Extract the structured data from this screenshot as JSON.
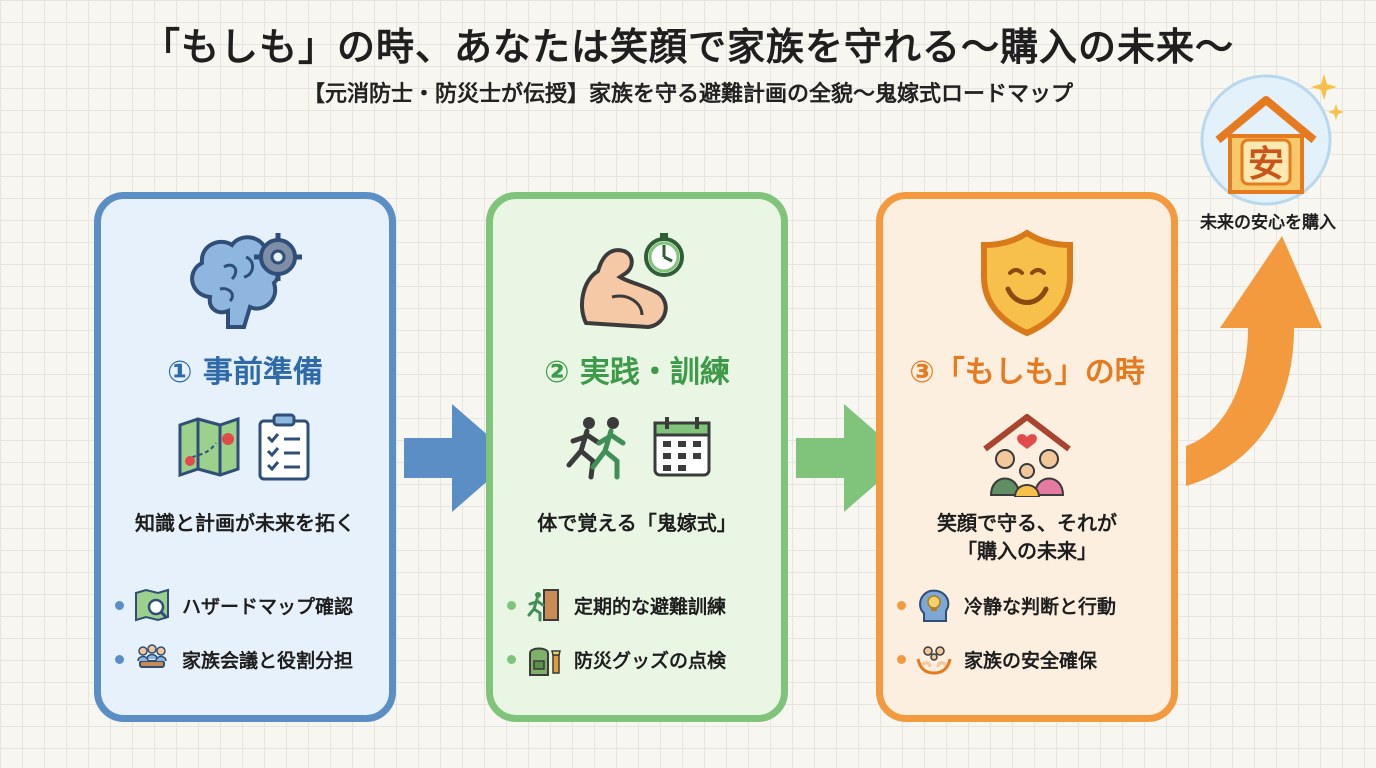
{
  "header": {
    "title": "「もしも」の時、あなたは笑顔で家族を守れる〜購入の未来〜",
    "subtitle": "【元消防士・防災士が伝授】家族を守る避難計画の全貌〜鬼嫁式ロードマップ"
  },
  "steps": [
    {
      "title": "① 事前準備",
      "caption": "知識と計画が未来を拓く",
      "bullets": [
        "ハザードマップ確認",
        "家族会議と役割分担"
      ],
      "icons": {
        "top": "brain-gear-icon",
        "mid": [
          "map-icon",
          "checklist-icon"
        ],
        "bullets": [
          "map-magnifier-icon",
          "family-meeting-icon"
        ]
      }
    },
    {
      "title": "② 実践・訓練",
      "caption": "体で覚える「鬼嫁式」",
      "bullets": [
        "定期的な避難訓練",
        "防災グッズの点検"
      ],
      "icons": {
        "top": "muscle-stopwatch-icon",
        "mid": [
          "running-people-icon",
          "calendar-icon"
        ],
        "bullets": [
          "exit-door-icon",
          "backpack-flashlight-icon"
        ]
      }
    },
    {
      "title": "③「もしも」の時",
      "caption_line1": "笑顔で守る、それが",
      "caption_line2": "「購入の未来」",
      "bullets": [
        "冷静な判断と行動",
        "家族の安全確保"
      ],
      "icons": {
        "top": "smiling-shield-icon",
        "mid": [
          "family-house-icon"
        ],
        "bullets": [
          "head-bulb-icon",
          "hands-family-icon"
        ]
      }
    }
  ],
  "goal": {
    "badge_char": "安",
    "label": "未来の安心を購入",
    "icon": "house-bubble-icon"
  },
  "colors": {
    "step1": "#5b8ec4",
    "step2": "#7fc47a",
    "step3": "#f29a3d"
  }
}
